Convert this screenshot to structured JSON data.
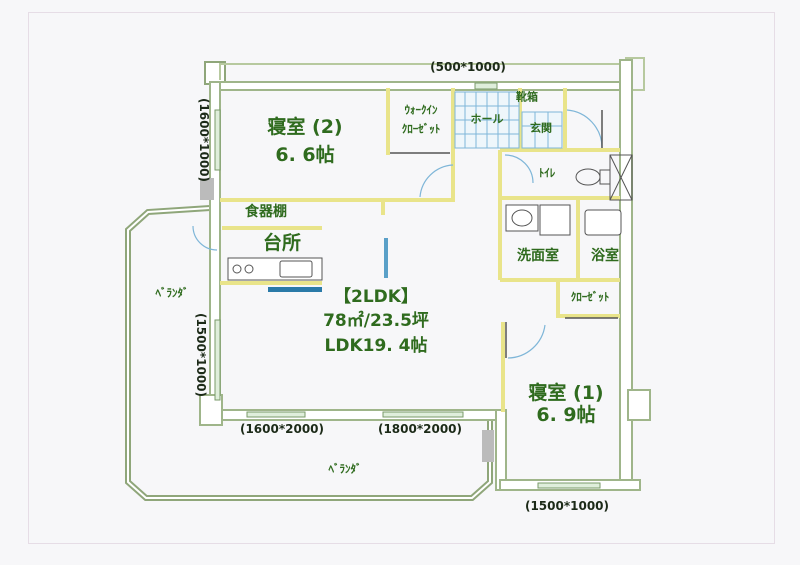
{
  "plan": {
    "type": "2LDK",
    "type_label": "【2LDK】",
    "area": "78㎡/23.5坪",
    "ldk": "LDK19. 4帖"
  },
  "rooms": {
    "bedroom2_name": "寝室 (2)",
    "bedroom2_size": "6. 6帖",
    "bedroom1_name": "寝室 (1)",
    "bedroom1_size": "6. 9帖",
    "walkin_line1": "ｳｫｰｸｲﾝ",
    "walkin_line2": "ｸﾛｰｾﾞｯﾄ",
    "hall": "ホール",
    "shoe_box": "靴箱",
    "entrance": "玄関",
    "toilet": "ﾄｲﾚ",
    "washroom": "洗面室",
    "bath": "浴室",
    "closet": "ｸﾛｰｾﾞｯﾄ",
    "cupboard": "食器棚",
    "kitchen": "台所",
    "veranda_west": "ﾍﾞﾗﾝﾀﾞ",
    "veranda_south": "ﾍﾞﾗﾝﾀﾞ"
  },
  "windows": {
    "top": "(500*1000)",
    "left_upper": "(1600*1000)",
    "left_lower": "(1500*1000)",
    "bottom_left": "(1600*2000)",
    "bottom_mid": "(1800*2000)",
    "bottom_right": "(1500*1000)"
  },
  "colors": {
    "label": "#2f6b1e",
    "wall": "#9fb58a",
    "inner_wall": "#e9e48a",
    "fixture": "#4a90c0"
  }
}
